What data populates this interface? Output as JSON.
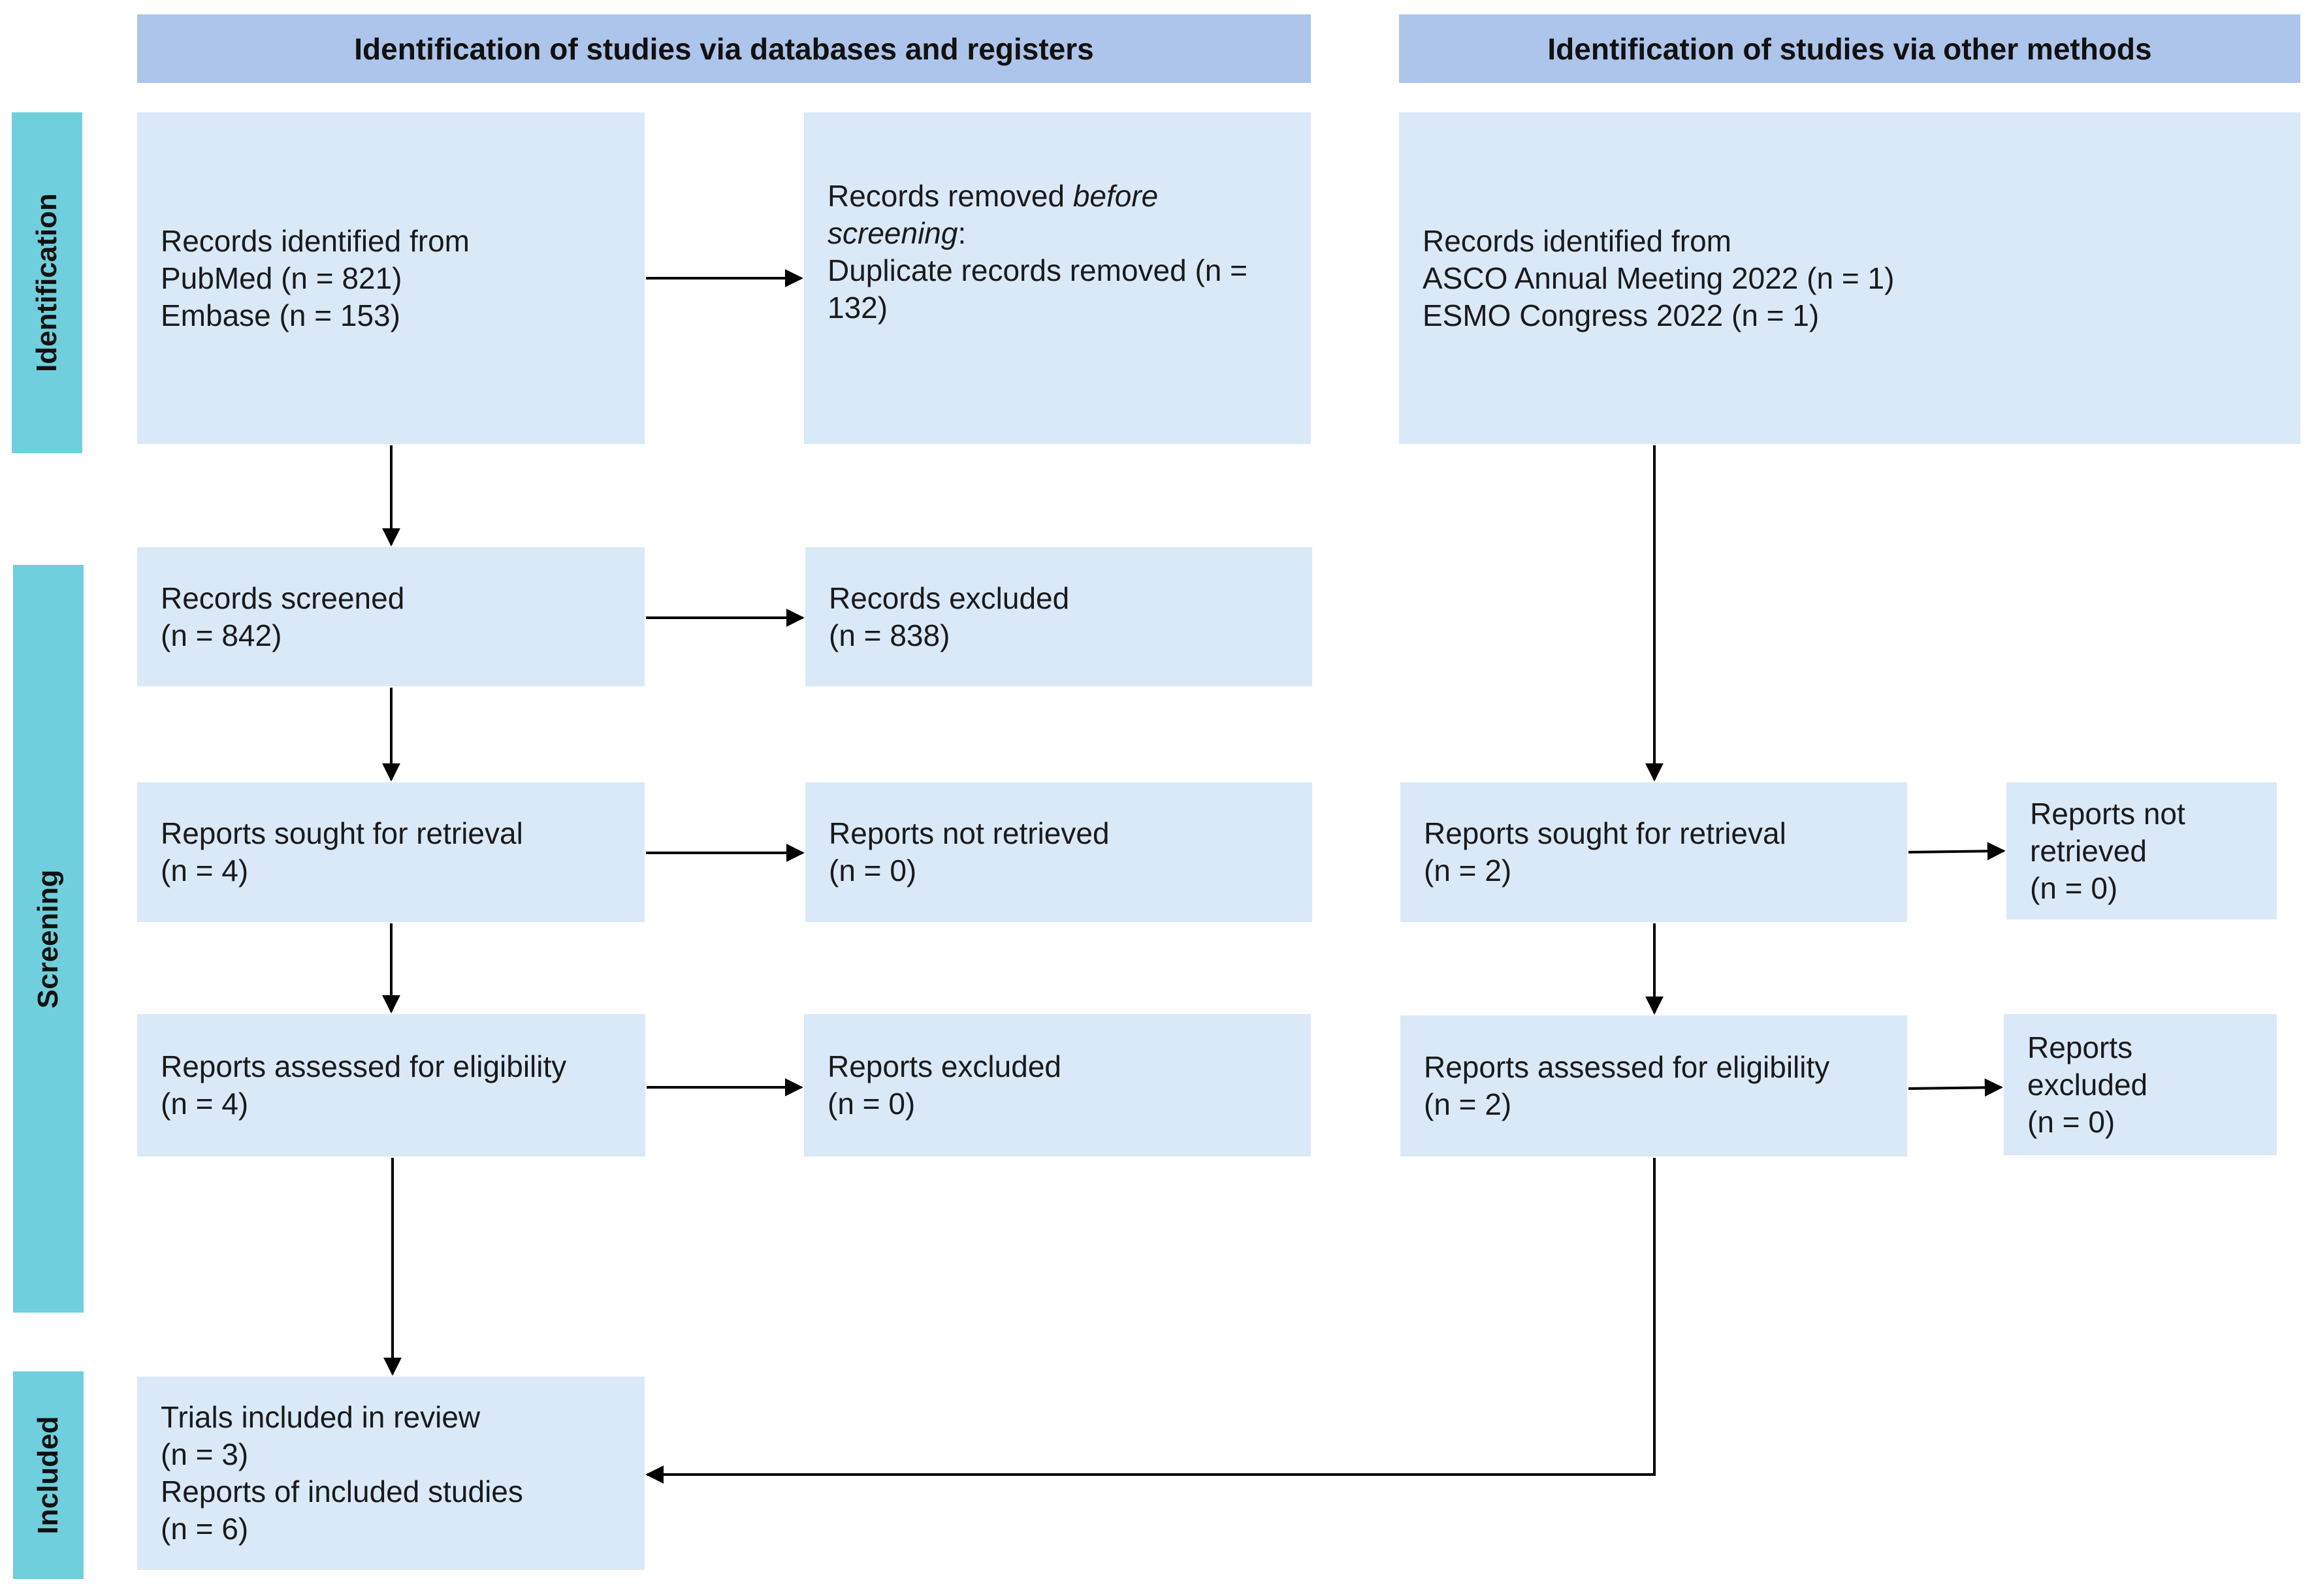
{
  "headers": {
    "databases": "Identification of studies via databases and registers",
    "other": "Identification of studies via other methods"
  },
  "stages": {
    "identification": "Identification",
    "screening": "Screening",
    "included": "Included"
  },
  "boxes": {
    "records_identified": {
      "line1": "Records identified from",
      "line2": "PubMed (n = 821)",
      "line3": "Embase (n = 153)"
    },
    "records_removed": {
      "line1_prefix": "Records removed ",
      "line1_italic": "before",
      "line2_italic": "screening",
      "line2_suffix": ":",
      "line3": "Duplicate records removed  (n =",
      "line4": "132)"
    },
    "other_records_identified": {
      "line1": "Records identified from",
      "line2": "ASCO Annual Meeting 2022 (n = 1)",
      "line3": "ESMO Congress 2022 (n = 1)"
    },
    "records_screened": {
      "line1": "Records screened",
      "line2": "(n = 842)"
    },
    "records_excluded": {
      "line1": "Records excluded",
      "line2": "(n = 838)"
    },
    "reports_sought": {
      "line1": "Reports sought for retrieval",
      "line2": "(n = 4)"
    },
    "reports_not_retrieved": {
      "line1": "Reports not retrieved",
      "line2": "(n = 0)"
    },
    "other_reports_sought": {
      "line1": "Reports sought for retrieval",
      "line2": "(n = 2)"
    },
    "other_reports_not_retrieved": {
      "line1": "Reports not",
      "line2": "retrieved",
      "line3": "(n = 0)"
    },
    "reports_assessed": {
      "line1": "Reports assessed for eligibility",
      "line2": "(n = 4)"
    },
    "reports_excluded": {
      "line1": "Reports excluded",
      "line2": "(n = 0)"
    },
    "other_reports_assessed": {
      "line1": "Reports assessed for eligibility",
      "line2": "(n = 2)"
    },
    "other_reports_excluded": {
      "line1": "Reports",
      "line2": "excluded",
      "line3": "(n = 0)"
    },
    "included": {
      "line1": "Trials included in review",
      "line2": "(n = 3)",
      "line3": "Reports of included studies",
      "line4": "(n = 6)"
    }
  },
  "colors": {
    "header_fill": "#adc5ea",
    "stage_fill": "#6fcfdc",
    "box_fill": "#dae9f7",
    "arrow": "#000000"
  }
}
